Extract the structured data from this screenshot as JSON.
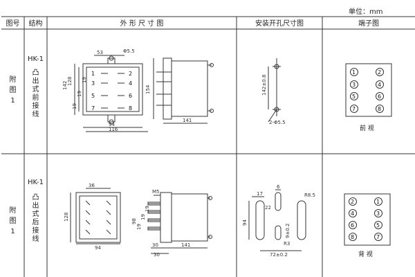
{
  "unit_label": "单位：mm",
  "headers": {
    "figure_no": "图号",
    "structure": "结构",
    "outline": "外 形 尺 寸 图",
    "cutout": "安装开孔尺寸图",
    "terminal": "端子图"
  },
  "rows": [
    {
      "figure_label": "附\n图\n1",
      "model": "HK-1",
      "mount_type": "凸\n出\n式\n前\n接\n线",
      "outline_dims": {
        "top_width": "53",
        "hole": "Φ5.5",
        "height_total": "142",
        "h2": "128",
        "h3": "19",
        "h4": "19",
        "h5": "19",
        "side_h": "154",
        "base_w": "94",
        "total_w": "116",
        "depth": "141"
      },
      "pin_labels": [
        "1",
        "2",
        "3",
        "4",
        "5",
        "6",
        "7",
        "8"
      ],
      "cutout_dims": {
        "span": "142±0.8",
        "hole": "2-Φ5.5"
      },
      "terminals": [
        "1",
        "2",
        "3",
        "4",
        "5",
        "6",
        "7",
        "8"
      ],
      "view_label": "前 视"
    },
    {
      "figure_label": "附\n图\n1",
      "model": "HK-1",
      "mount_type": "凸\n出\n式\n后\n接\n线",
      "outline_dims": {
        "top_width": "36",
        "height": "128",
        "bottom_w": "94",
        "screw": "M5",
        "h_side": "98",
        "s1": "19",
        "s2": "19",
        "s3": "19",
        "base1": "30",
        "depth": "141",
        "base2": "30"
      },
      "cutout_dims": {
        "w1": "17",
        "w2": "6",
        "r_big": "R8.5",
        "height": "94",
        "hole": "9±0.2",
        "w3": "22",
        "r_small": "R3",
        "span": "72±0.2"
      },
      "terminals": [
        "2",
        "1",
        "4",
        "3",
        "6",
        "5",
        "8",
        "7"
      ],
      "view_label": "背 视"
    }
  ]
}
